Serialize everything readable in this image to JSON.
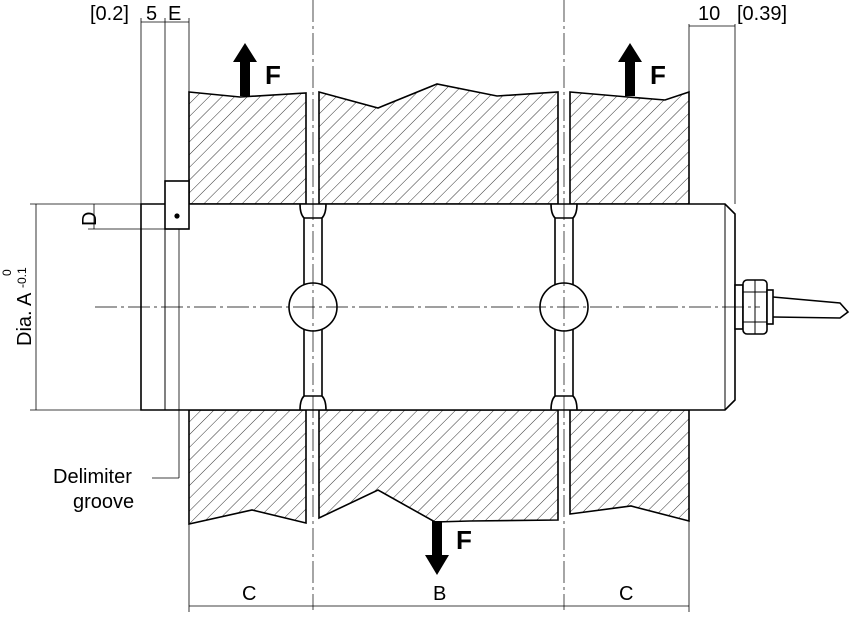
{
  "dimensions": {
    "top_left_inch": "[0.2]",
    "top_left_mm": "5",
    "top_left_letter": "E",
    "top_right_mm": "10",
    "top_right_inch": "[0.39]",
    "left_height": "D",
    "diameter_label": "Dia. A",
    "tolerance_upper": "0",
    "tolerance_lower": "-0.1",
    "bottom_left": "C",
    "bottom_middle": "B",
    "bottom_right": "C"
  },
  "forces": {
    "top_left": "F",
    "top_right": "F",
    "bottom_middle": "F"
  },
  "annotation": {
    "line1": "Delimiter",
    "line2": "groove"
  },
  "colors": {
    "stroke": "#000000",
    "background": "#ffffff"
  }
}
